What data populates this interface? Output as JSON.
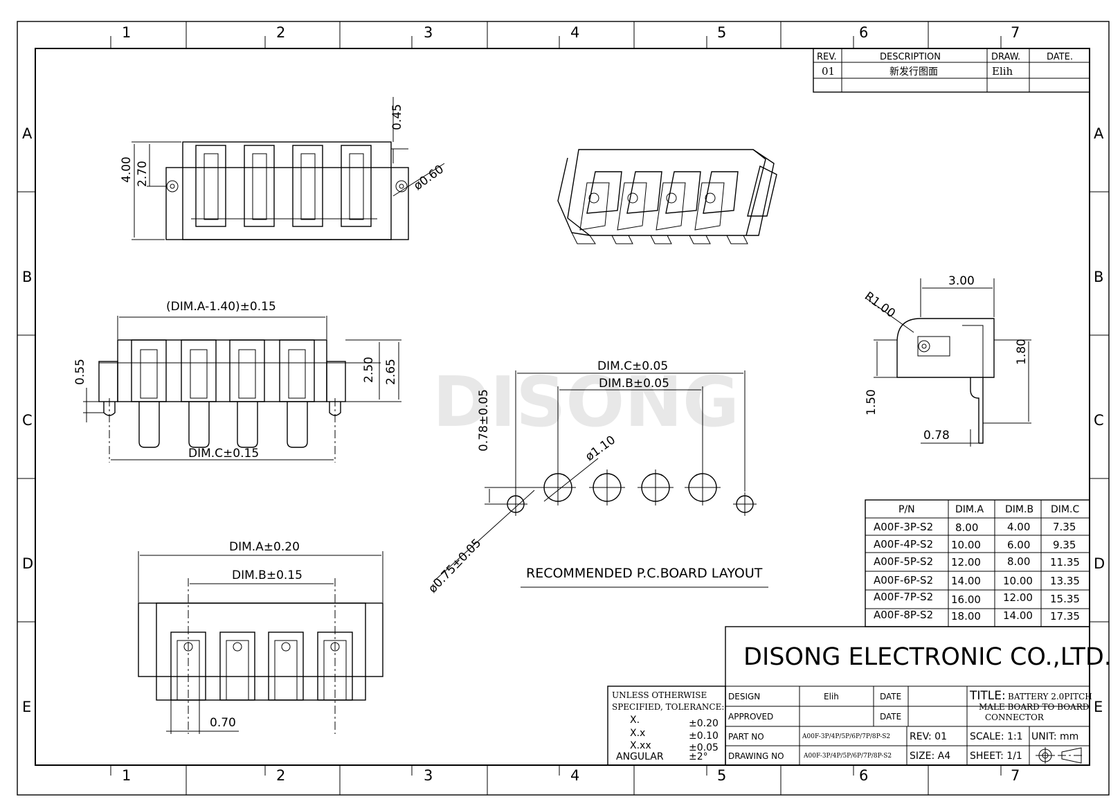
{
  "zones": {
    "cols": [
      "1",
      "2",
      "3",
      "4",
      "5",
      "6",
      "7"
    ],
    "rows": [
      "A",
      "B",
      "C",
      "D",
      "E"
    ]
  },
  "watermark": "DISONG",
  "revision_table": {
    "headers": {
      "rev": "REV.",
      "description": "DESCRIPTION",
      "drawn": "DRAW.",
      "date": "DATE."
    },
    "row": {
      "rev": "01",
      "description": "新发行图面",
      "drawn": "Elih",
      "date": ""
    }
  },
  "top_view_dims": {
    "h1": "4.00",
    "h2": "2.70",
    "pin_gap": "0.45",
    "hole": "ø0.60"
  },
  "front_view_dims": {
    "width": "(DIM.A-1.40)±0.15",
    "lead": "0.55",
    "h1": "2.50",
    "h2": "2.65",
    "pitch": "DIM.C±0.15"
  },
  "bottom_view_dims": {
    "a": "DIM.A±0.20",
    "b": "DIM.B±0.15",
    "pad": "0.70"
  },
  "side_view_dims": {
    "w": "3.00",
    "r": "R1.00",
    "h1": "1.80",
    "h2": "1.50",
    "pin": "0.78"
  },
  "pcb_layout": {
    "dim_c": "DIM.C±0.05",
    "dim_b": "DIM.B±0.05",
    "offset": "0.78±0.05",
    "pad": "ø1.10",
    "hole": "ø0.75±0.05",
    "caption": "RECOMMENDED P.C.BOARD LAYOUT"
  },
  "pn_table": {
    "headers": [
      "P/N",
      "DIM.A",
      "DIM.B",
      "DIM.C"
    ],
    "rows": [
      [
        "A00F-3P-S2",
        "8.00",
        "4.00",
        "7.35"
      ],
      [
        "A00F-4P-S2",
        "10.00",
        "6.00",
        "9.35"
      ],
      [
        "A00F-5P-S2",
        "12.00",
        "8.00",
        "11.35"
      ],
      [
        "A00F-6P-S2",
        "14.00",
        "10.00",
        "13.35"
      ],
      [
        "A00F-7P-S2",
        "16.00",
        "12.00",
        "15.35"
      ],
      [
        "A00F-8P-S2",
        "18.00",
        "14.00",
        "17.35"
      ]
    ]
  },
  "title_block": {
    "company": "DISONG ELECTRONIC CO.,LTD.",
    "tolerance_line1": "UNLESS OTHERWISE",
    "tolerance_line2": "SPECIFIED, TOLERANCE:",
    "tol_rows": [
      [
        "X.",
        "±0.20"
      ],
      [
        "X.x",
        "±0.10"
      ],
      [
        "X.xx",
        "±0.05"
      ],
      [
        "ANGULAR",
        "±2°"
      ]
    ],
    "design_label": "DESIGN",
    "design_value": "Elih",
    "date1": "DATE",
    "approved_label": "APPROVED",
    "date2": "DATE",
    "part_no_label": "PART NO",
    "part_no": "A00F-3P/4P/5P/6P/7P/8P-S2",
    "drawing_no_label": "DRAWING NO",
    "drawing_no": "A00F-3P/4P/5P/6P/7P/8P-S2",
    "rev": "REV: 01",
    "size": "SIZE: A4",
    "title_label": "TITLE:",
    "title_line1": "BATTERY 2.0PITCH",
    "title_line2": "MALE BOARD TO BOARD",
    "title_line3": "CONNECTOR",
    "scale": "SCALE: 1:1",
    "unit": "UNIT: mm",
    "sheet": "SHEET: 1/1"
  }
}
